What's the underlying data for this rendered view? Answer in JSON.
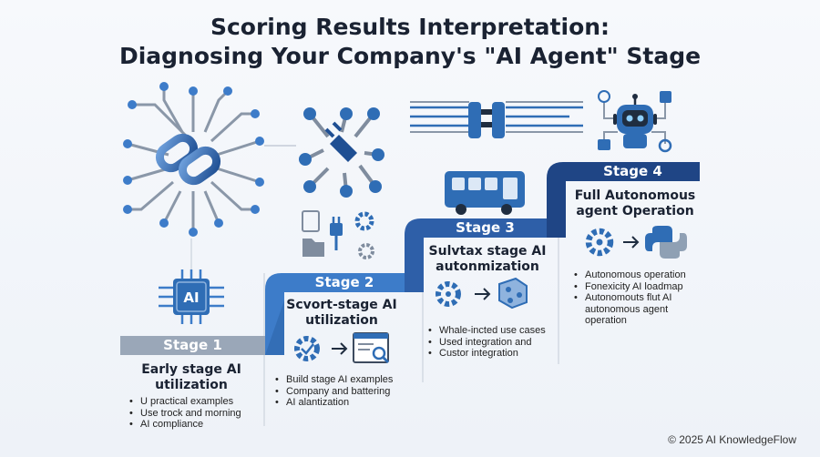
{
  "title": {
    "line1": "Scoring Results Interpretation:",
    "line2": "Diagnosing Your Company's \"AI Agent\" Stage"
  },
  "stages": [
    {
      "label": "Stage 1",
      "heading_line1": "Early stage AI",
      "heading_line2": "utilization",
      "chip_text": "AI",
      "bullets": [
        "U practical examples",
        "Use trock and morning",
        "AI compliance"
      ]
    },
    {
      "label": "Stage 2",
      "heading_line1": "Scvort-stage AI",
      "heading_line2": "utilization",
      "bullets": [
        "Build stage AI examples",
        "Company and battering",
        "AI alantization"
      ]
    },
    {
      "label": "Stage 3",
      "heading_line1": "Sulvtax stage AI",
      "heading_line2": "autonmization",
      "bullets": [
        "Whale-incted use cases",
        "Used integration and",
        "Custor integration"
      ]
    },
    {
      "label": "Stage 4",
      "heading_line1": "Full Autonomous",
      "heading_line2": "agent Operation",
      "bullets": [
        "Autonomous operation",
        "Fonexicity AI loadmap",
        "Autonomouts flut AI",
        "autonomous agent",
        "operation"
      ]
    }
  ],
  "footer": "© 2025 AI KnowledgeFlow",
  "colors": {
    "stage1": "#9aa7b8",
    "stage2": "#3d7cc9",
    "stage3": "#2e5fa8",
    "stage4": "#1f4585",
    "icon_blue": "#2f6db5",
    "icon_light": "#8fb3de"
  }
}
